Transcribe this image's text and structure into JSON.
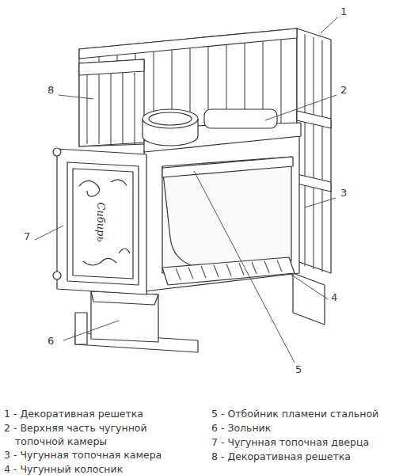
{
  "diagram": {
    "labels": [
      "1",
      "2",
      "3",
      "4",
      "5",
      "6",
      "7",
      "8",
      "Сибирь",
      "1 - Декоративная решетка",
      "2 - Верхняя часть чугунной топочной камеры",
      "3 - Чугунная топочная камера",
      "4 - Чугунный колосник",
      "5 - Отбойник пламени стальной",
      "6 - Зольник",
      "7 - Чугунная топочная дверца",
      "8 - Декоративная решетка"
    ]
  }
}
